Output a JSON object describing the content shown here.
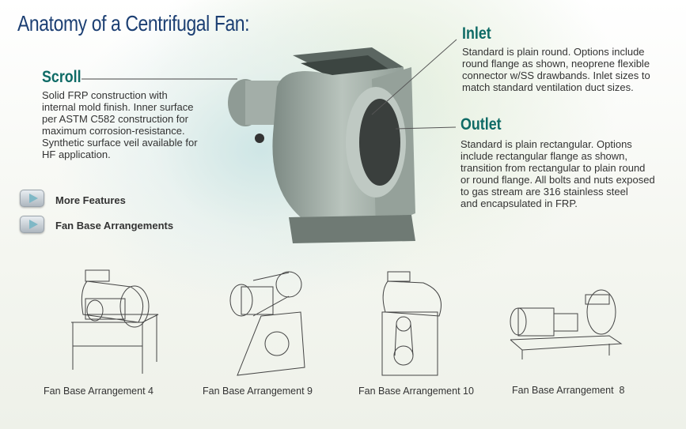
{
  "title": "Anatomy of a Centrifugal Fan:",
  "sections": {
    "scroll": {
      "heading": "Scroll",
      "text": "Solid FRP construction with\ninternal mold finish. Inner surface\nper ASTM C582 construction for\nmaximum corrosion-resistance.\nSynthetic surface veil available for\nHF application."
    },
    "inlet": {
      "heading": "Inlet",
      "text": "Standard is plain round. Options include\nround flange as shown, neoprene flexible\nconnector w/SS drawbands. Inlet sizes to\nmatch standard ventilation duct sizes."
    },
    "outlet": {
      "heading": "Outlet",
      "text": "Standard is plain rectangular. Options\ninclude rectangular flange as shown,\ntransition from rectangular to plain round\nor round flange. All bolts and nuts exposed\nto gas stream are 316 stainless steel\nand encapsulated in FRP."
    }
  },
  "buttons": [
    {
      "label": "More Features",
      "icon": "play-icon"
    },
    {
      "label": "Fan Base Arrangements",
      "icon": "play-icon"
    }
  ],
  "arrangements": [
    {
      "caption": "Fan Base Arrangement 4"
    },
    {
      "caption": "Fan Base Arrangement 9"
    },
    {
      "caption": "Fan Base Arrangement 10"
    },
    {
      "caption": "Fan Base Arrangement  8"
    }
  ],
  "colors": {
    "title": "#1c3f73",
    "heading": "#0f6b66"
  }
}
